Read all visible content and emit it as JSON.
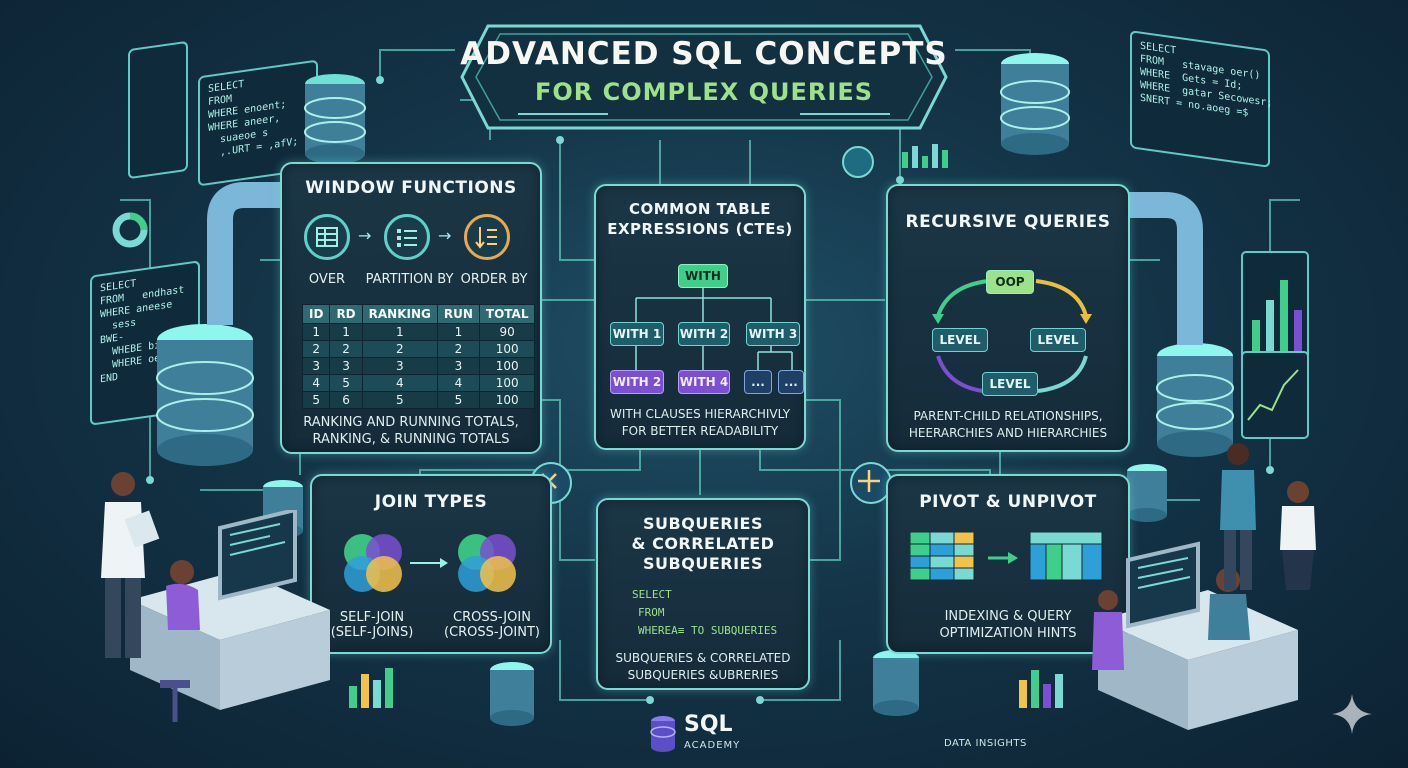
{
  "title": {
    "line1": "ADVANCED SQL CONCEPTS",
    "line2": "FOR COMPLEX QUERIES"
  },
  "window_functions": {
    "title": "WINDOW FUNCTIONS",
    "icons": [
      {
        "label": "OVER",
        "icon": "table-grid-icon"
      },
      {
        "label": "PARTITION BY",
        "icon": "list-icon"
      },
      {
        "label": "ORDER BY",
        "icon": "sort-icon"
      }
    ],
    "table": {
      "headers": [
        "ID",
        "RD",
        "RANKING",
        "RUN",
        "TOTAL"
      ],
      "rows": [
        [
          "1",
          "1",
          "1",
          "1",
          "90"
        ],
        [
          "2",
          "2",
          "2",
          "2",
          "100"
        ],
        [
          "3",
          "3",
          "3",
          "3",
          "100"
        ],
        [
          "4",
          "5",
          "4",
          "4",
          "100"
        ],
        [
          "5",
          "6",
          "5",
          "5",
          "100"
        ]
      ]
    },
    "caption_line1": "RANKING AND RUNNING TOTALS,",
    "caption_line2": "RANKING, & RUNNING TOTALS"
  },
  "ctes": {
    "title_line1": "COMMON TABLE",
    "title_line2": "EXPRESSIONS (CTEs)",
    "root": "WITH",
    "level1": [
      "WITH 1",
      "WITH 2",
      "WITH 3"
    ],
    "level2": [
      "WITH 2",
      "WITH 4",
      "...",
      "..."
    ],
    "caption_line1": "WITH CLAUSES HIERARCHIVLY",
    "caption_line2": "FOR BETTER READABILITY"
  },
  "recursive": {
    "title": "RECURSIVE QUERIES",
    "nodes": [
      "OOP",
      "LEVEL",
      "LEVEL",
      "LEVEL"
    ],
    "caption_line1": "PARENT-CHILD RELATIONSHIPS,",
    "caption_line2": "HEERARCHIES AND HIERARCHIES"
  },
  "joins": {
    "title": "JOIN TYPES",
    "left_label_line1": "SELF-JOIN",
    "left_label_line2": "(SELF-JOINS)",
    "right_label_line1": "CROSS-JOIN",
    "right_label_line2": "(CROSS-JOINT)"
  },
  "subqueries": {
    "title_line1": "SUBQUERIES",
    "title_line2": "& CORRELATED",
    "title_line3": "SUBQUERIES",
    "code_select": "SELECT",
    "code_from": "FROM",
    "code_where": "WHEREA≡ TO SUBQUERIES",
    "caption_line1": "SUBQUERIES & CORRELATED",
    "caption_line2": "SUBQUERIES &UBRERIES"
  },
  "pivot": {
    "title": "PIVOT & UNPIVOT",
    "caption_line1": "INDEXING & QUERY",
    "caption_line2": "OPTIMIZATION HINTS"
  },
  "code_left_top": "SELECT\nFROM\nWHERE enoent;\nWHERE aneer,\n  suaeoe s\n  ,.URT = ,afV;",
  "code_left_mid": "SELECT\nFROM   endhast\nWHERE aneese\n  sess\nBWE-\n  WHEBE bi\n  WHERE oet\nEND",
  "code_right_top": "SELECT\nFROM   stavage oer()\nWHERE  Gets = Id;\nWHERE  gatar Secowesr;\nSNERT = no.aoeg =$",
  "logo": {
    "line1": "SQL",
    "line2": "ACADEMY"
  },
  "data_insights": "DATA INSIGHTS",
  "colors": {
    "accent": "#7ad9d2",
    "green": "#3fcf8a",
    "purple": "#7a4fd0",
    "title_green": "#9de28a"
  }
}
